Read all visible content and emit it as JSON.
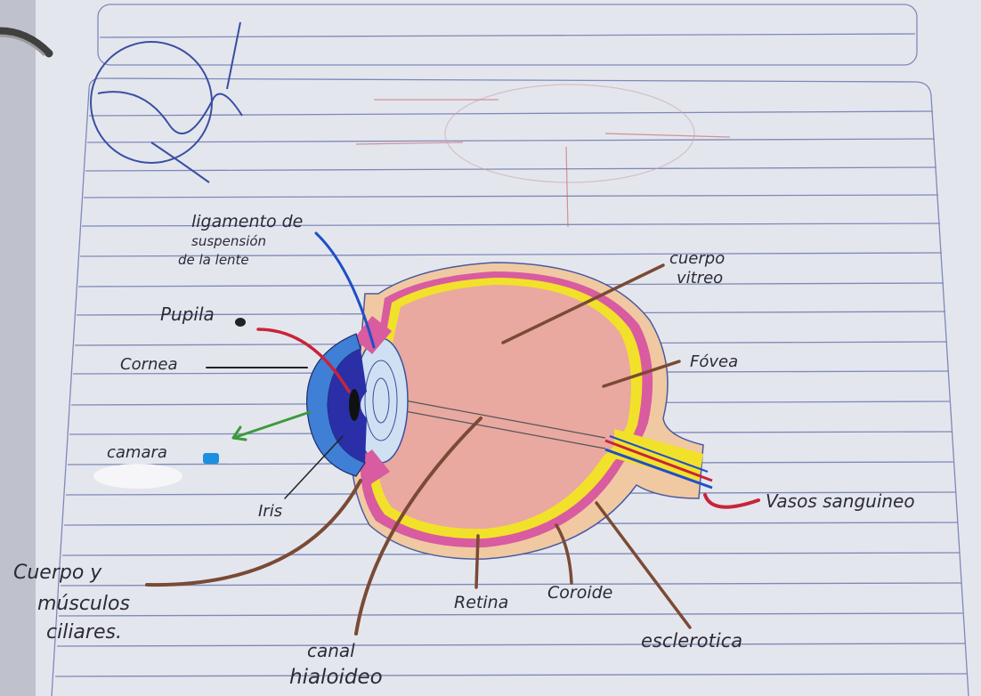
{
  "labels": {
    "ligamento_line1": "ligamento de",
    "ligamento_line2": "suspensión",
    "ligamento_line3": "de la lente",
    "pupila": "Pupila",
    "cornea": "Cornea",
    "camara": "camara",
    "iris": "Iris",
    "cuerpo_line1": "Cuerpo y",
    "cuerpo_line2": "músculos",
    "cuerpo_line3": "ciliares.",
    "canal_line1": "canal",
    "canal_line2": "hialoideo",
    "retina": "Retina",
    "coroide": "Coroide",
    "esclerotica": "esclerotica",
    "vasos": "Vasos sanguineo",
    "fovea": "Fóvea",
    "cuerpo_vitreo_line1": "cuerpo",
    "cuerpo_vitreo_line2": "vitreo"
  },
  "colors": {
    "paper": "#e4e6ee",
    "rule_line": "#7f89b8",
    "sclera": "#f0c9a2",
    "choroid": "#d95ba0",
    "retina": "#f2e12a",
    "vitreous": "#e9a8a0",
    "cornea": "#3f7fd6",
    "iris": "#2a2fa8",
    "leader_brown": "#7a4a35",
    "leader_red": "#c8243a",
    "leader_blue": "#1f4fc8",
    "leader_green": "#3c9a3c",
    "leader_black": "#222222"
  }
}
